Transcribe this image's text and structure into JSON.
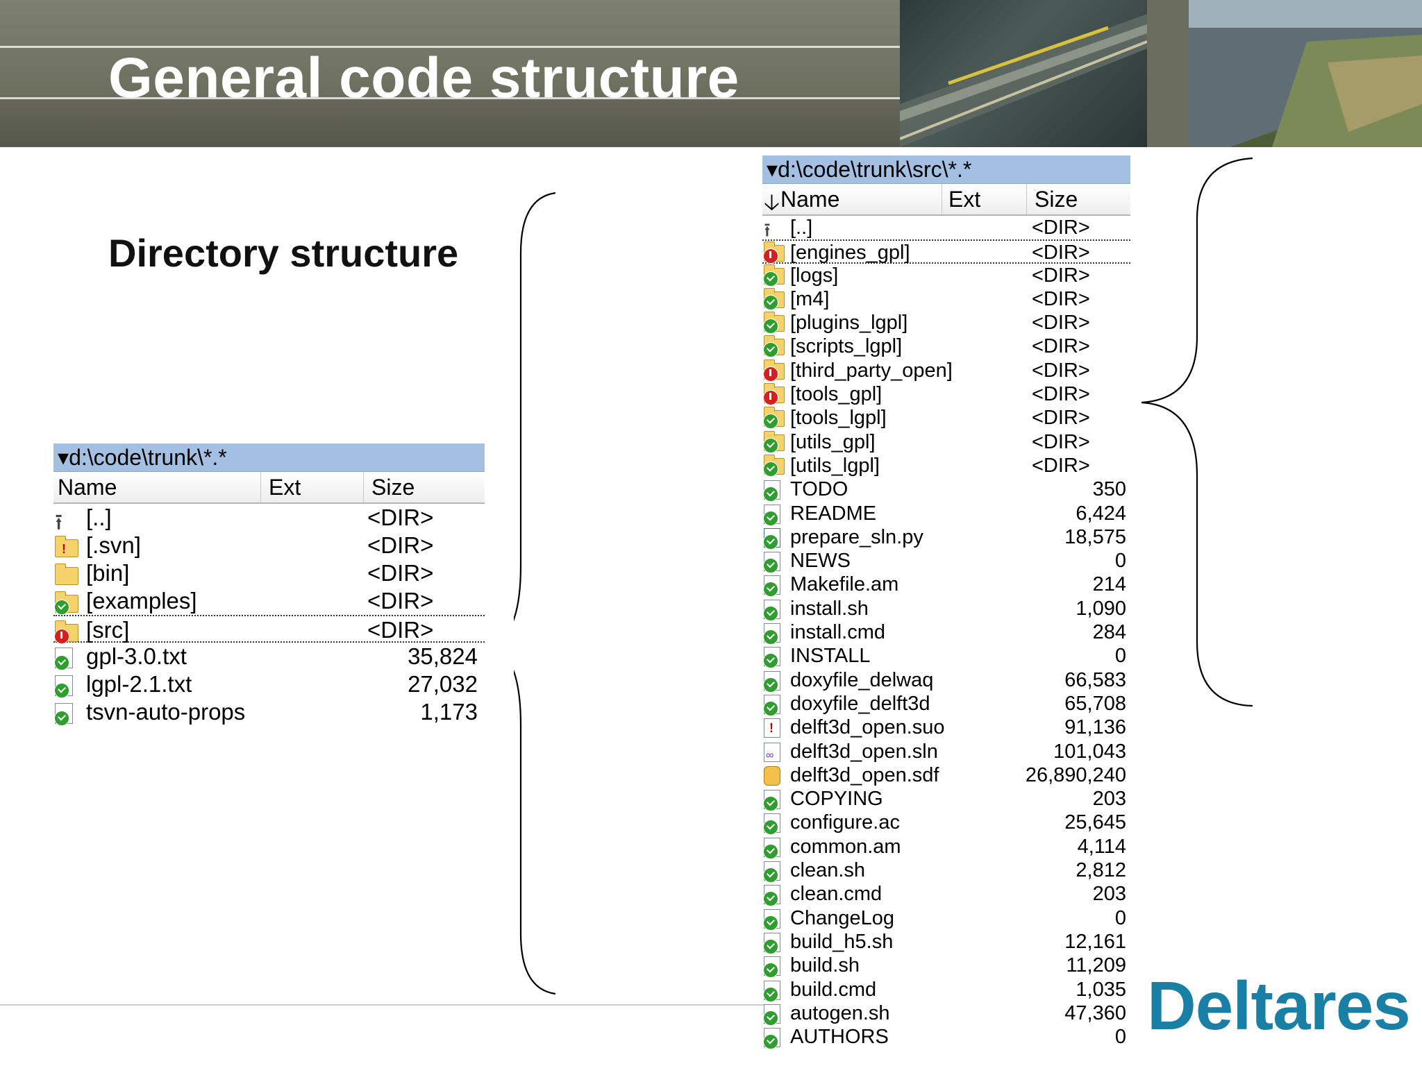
{
  "slide": {
    "title": "General code structure",
    "subtitle": "Directory structure",
    "logo": "Deltares",
    "logo_color": "#1a7fa5"
  },
  "left_panel": {
    "path": "d:\\code\\trunk\\*.*",
    "columns": {
      "name": "Name",
      "ext": "Ext",
      "size": "Size"
    },
    "rows": [
      {
        "name": "[..]",
        "size": "<DIR>",
        "icon": "up-folder-icon"
      },
      {
        "name": "[.svn]",
        "size": "<DIR>",
        "icon": "folder-warning-icon"
      },
      {
        "name": "[bin]",
        "size": "<DIR>",
        "icon": "folder-icon"
      },
      {
        "name": "[examples]",
        "size": "<DIR>",
        "icon": "folder-ok-icon"
      },
      {
        "name": "[src]",
        "size": "<DIR>",
        "icon": "folder-modified-icon"
      },
      {
        "name": "gpl-3.0.txt",
        "size": "35,824",
        "icon": "file-ok-icon"
      },
      {
        "name": "lgpl-2.1.txt",
        "size": "27,032",
        "icon": "file-ok-icon"
      },
      {
        "name": "tsvn-auto-props",
        "size": "1,173",
        "icon": "file-ok-icon"
      }
    ]
  },
  "right_panel": {
    "path": "d:\\code\\trunk\\src\\*.*",
    "columns": {
      "name": "Name",
      "ext": "Ext",
      "size": "Size"
    },
    "rows": [
      {
        "name": "[..]",
        "size": "<DIR>",
        "icon": "up-folder-icon"
      },
      {
        "name": "[engines_gpl]",
        "size": "<DIR>",
        "icon": "folder-modified-icon"
      },
      {
        "name": "[logs]",
        "size": "<DIR>",
        "icon": "folder-ok-icon"
      },
      {
        "name": "[m4]",
        "size": "<DIR>",
        "icon": "folder-ok-icon"
      },
      {
        "name": "[plugins_lgpl]",
        "size": "<DIR>",
        "icon": "folder-ok-icon"
      },
      {
        "name": "[scripts_lgpl]",
        "size": "<DIR>",
        "icon": "folder-ok-icon"
      },
      {
        "name": "[third_party_open]",
        "size": "<DIR>",
        "icon": "folder-modified-icon"
      },
      {
        "name": "[tools_gpl]",
        "size": "<DIR>",
        "icon": "folder-modified-icon"
      },
      {
        "name": "[tools_lgpl]",
        "size": "<DIR>",
        "icon": "folder-ok-icon"
      },
      {
        "name": "[utils_gpl]",
        "size": "<DIR>",
        "icon": "folder-ok-icon"
      },
      {
        "name": "[utils_lgpl]",
        "size": "<DIR>",
        "icon": "folder-ok-icon"
      },
      {
        "name": "TODO",
        "size": "350",
        "icon": "file-ok-icon"
      },
      {
        "name": "README",
        "size": "6,424",
        "icon": "file-ok-icon"
      },
      {
        "name": "prepare_sln.py",
        "size": "18,575",
        "icon": "python-file-icon"
      },
      {
        "name": "NEWS",
        "size": "0",
        "icon": "file-ok-icon"
      },
      {
        "name": "Makefile.am",
        "size": "214",
        "icon": "file-ok-icon"
      },
      {
        "name": "install.sh",
        "size": "1,090",
        "icon": "file-ok-icon"
      },
      {
        "name": "install.cmd",
        "size": "284",
        "icon": "file-ok-icon"
      },
      {
        "name": "INSTALL",
        "size": "0",
        "icon": "file-ok-icon"
      },
      {
        "name": "doxyfile_delwaq",
        "size": "66,583",
        "icon": "file-ok-icon"
      },
      {
        "name": "doxyfile_delft3d",
        "size": "65,708",
        "icon": "file-ok-icon"
      },
      {
        "name": "delft3d_open.suo",
        "size": "91,136",
        "icon": "file-warning-icon"
      },
      {
        "name": "delft3d_open.sln",
        "size": "101,043",
        "icon": "solution-file-icon"
      },
      {
        "name": "delft3d_open.sdf",
        "size": "26,890,240",
        "icon": "database-file-icon"
      },
      {
        "name": "COPYING",
        "size": "203",
        "icon": "file-ok-icon"
      },
      {
        "name": "configure.ac",
        "size": "25,645",
        "icon": "file-ok-icon"
      },
      {
        "name": "common.am",
        "size": "4,114",
        "icon": "file-ok-icon"
      },
      {
        "name": "clean.sh",
        "size": "2,812",
        "icon": "file-ok-icon"
      },
      {
        "name": "clean.cmd",
        "size": "203",
        "icon": "file-ok-icon"
      },
      {
        "name": "ChangeLog",
        "size": "0",
        "icon": "file-ok-icon"
      },
      {
        "name": "build_h5.sh",
        "size": "12,161",
        "icon": "file-ok-icon"
      },
      {
        "name": "build.sh",
        "size": "11,209",
        "icon": "file-ok-icon"
      },
      {
        "name": "build.cmd",
        "size": "1,035",
        "icon": "file-ok-icon"
      },
      {
        "name": "autogen.sh",
        "size": "47,360",
        "icon": "file-ok-icon"
      },
      {
        "name": "AUTHORS",
        "size": "0",
        "icon": "file-ok-icon"
      }
    ]
  },
  "colors": {
    "path_bar": "#a3bfe2",
    "svn_ok": "#2f9e2f",
    "svn_modified": "#d42020"
  }
}
